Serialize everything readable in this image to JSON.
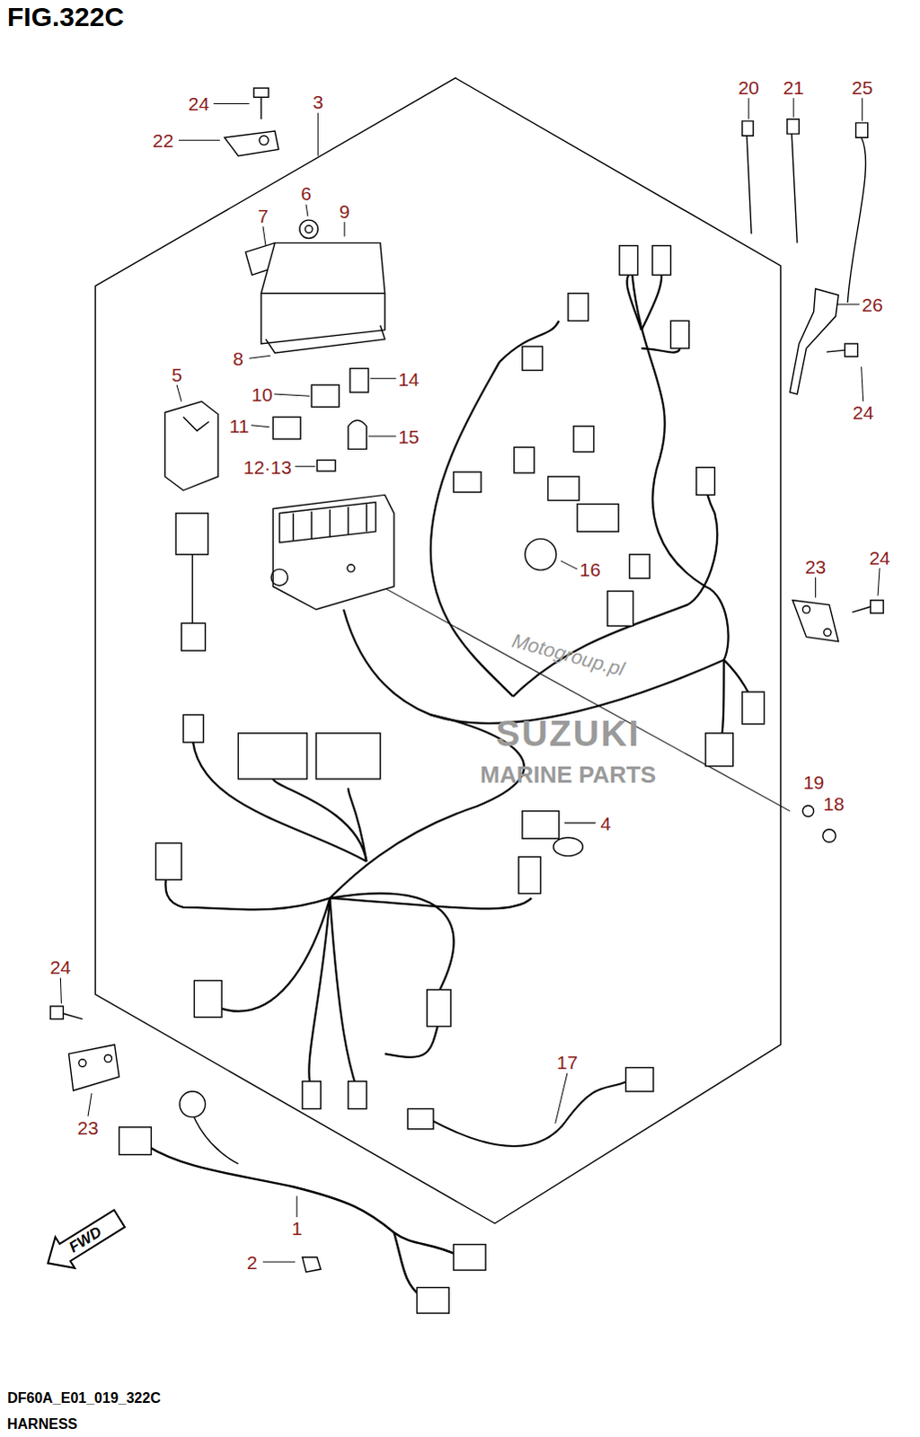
{
  "diagram": {
    "title": "FIG.322C",
    "caption": "HARNESS",
    "labels": [
      "24",
      "3",
      "22",
      "20",
      "21",
      "25",
      "6",
      "7",
      "9",
      "26",
      "8",
      "5",
      "10",
      "14",
      "11",
      "15",
      "24",
      "12·13",
      "16",
      "23",
      "24",
      "Motogroup.pl",
      "SUZUKI",
      "MARINE PARTS",
      "19",
      "18",
      "4",
      "24",
      "17",
      "23",
      "FWD",
      "1",
      "2",
      "DF60A_E01_019_322C"
    ]
  }
}
